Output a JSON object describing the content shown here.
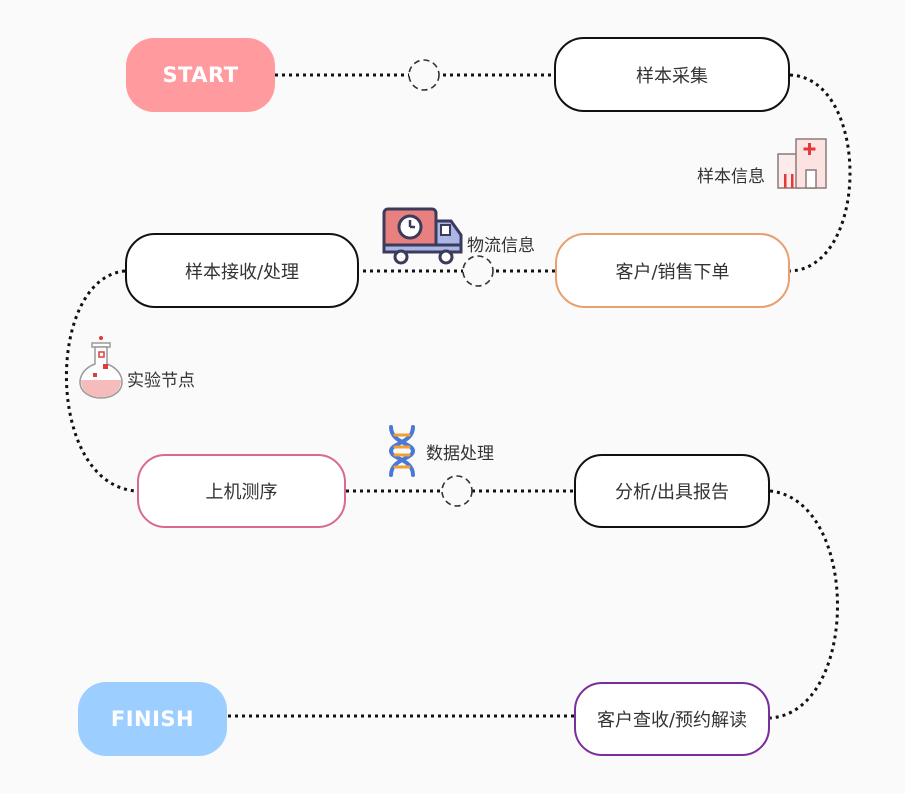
{
  "start": {
    "label": "START",
    "color": "#ff9a9e"
  },
  "finish": {
    "label": "FINISH",
    "color": "#9ccfff"
  },
  "steps": [
    {
      "label": "样本采集",
      "border": "#111111"
    },
    {
      "label": "客户/销售下单",
      "border": "#e8a070"
    },
    {
      "label": "样本接收/处理",
      "border": "#111111"
    },
    {
      "label": "上机测序",
      "border": "#d86b8a"
    },
    {
      "label": "分析/出具报告",
      "border": "#111111"
    },
    {
      "label": "客户查收/预约解读",
      "border": "#7b2d9e"
    }
  ],
  "annotations": {
    "sample_info": {
      "label": "样本信息",
      "icon": "hospital-icon"
    },
    "logistics": {
      "label": "物流信息",
      "icon": "delivery-truck-icon"
    },
    "experiment": {
      "label": "实验节点",
      "icon": "flask-icon"
    },
    "data_processing": {
      "label": "数据处理",
      "icon": "dna-icon"
    }
  }
}
